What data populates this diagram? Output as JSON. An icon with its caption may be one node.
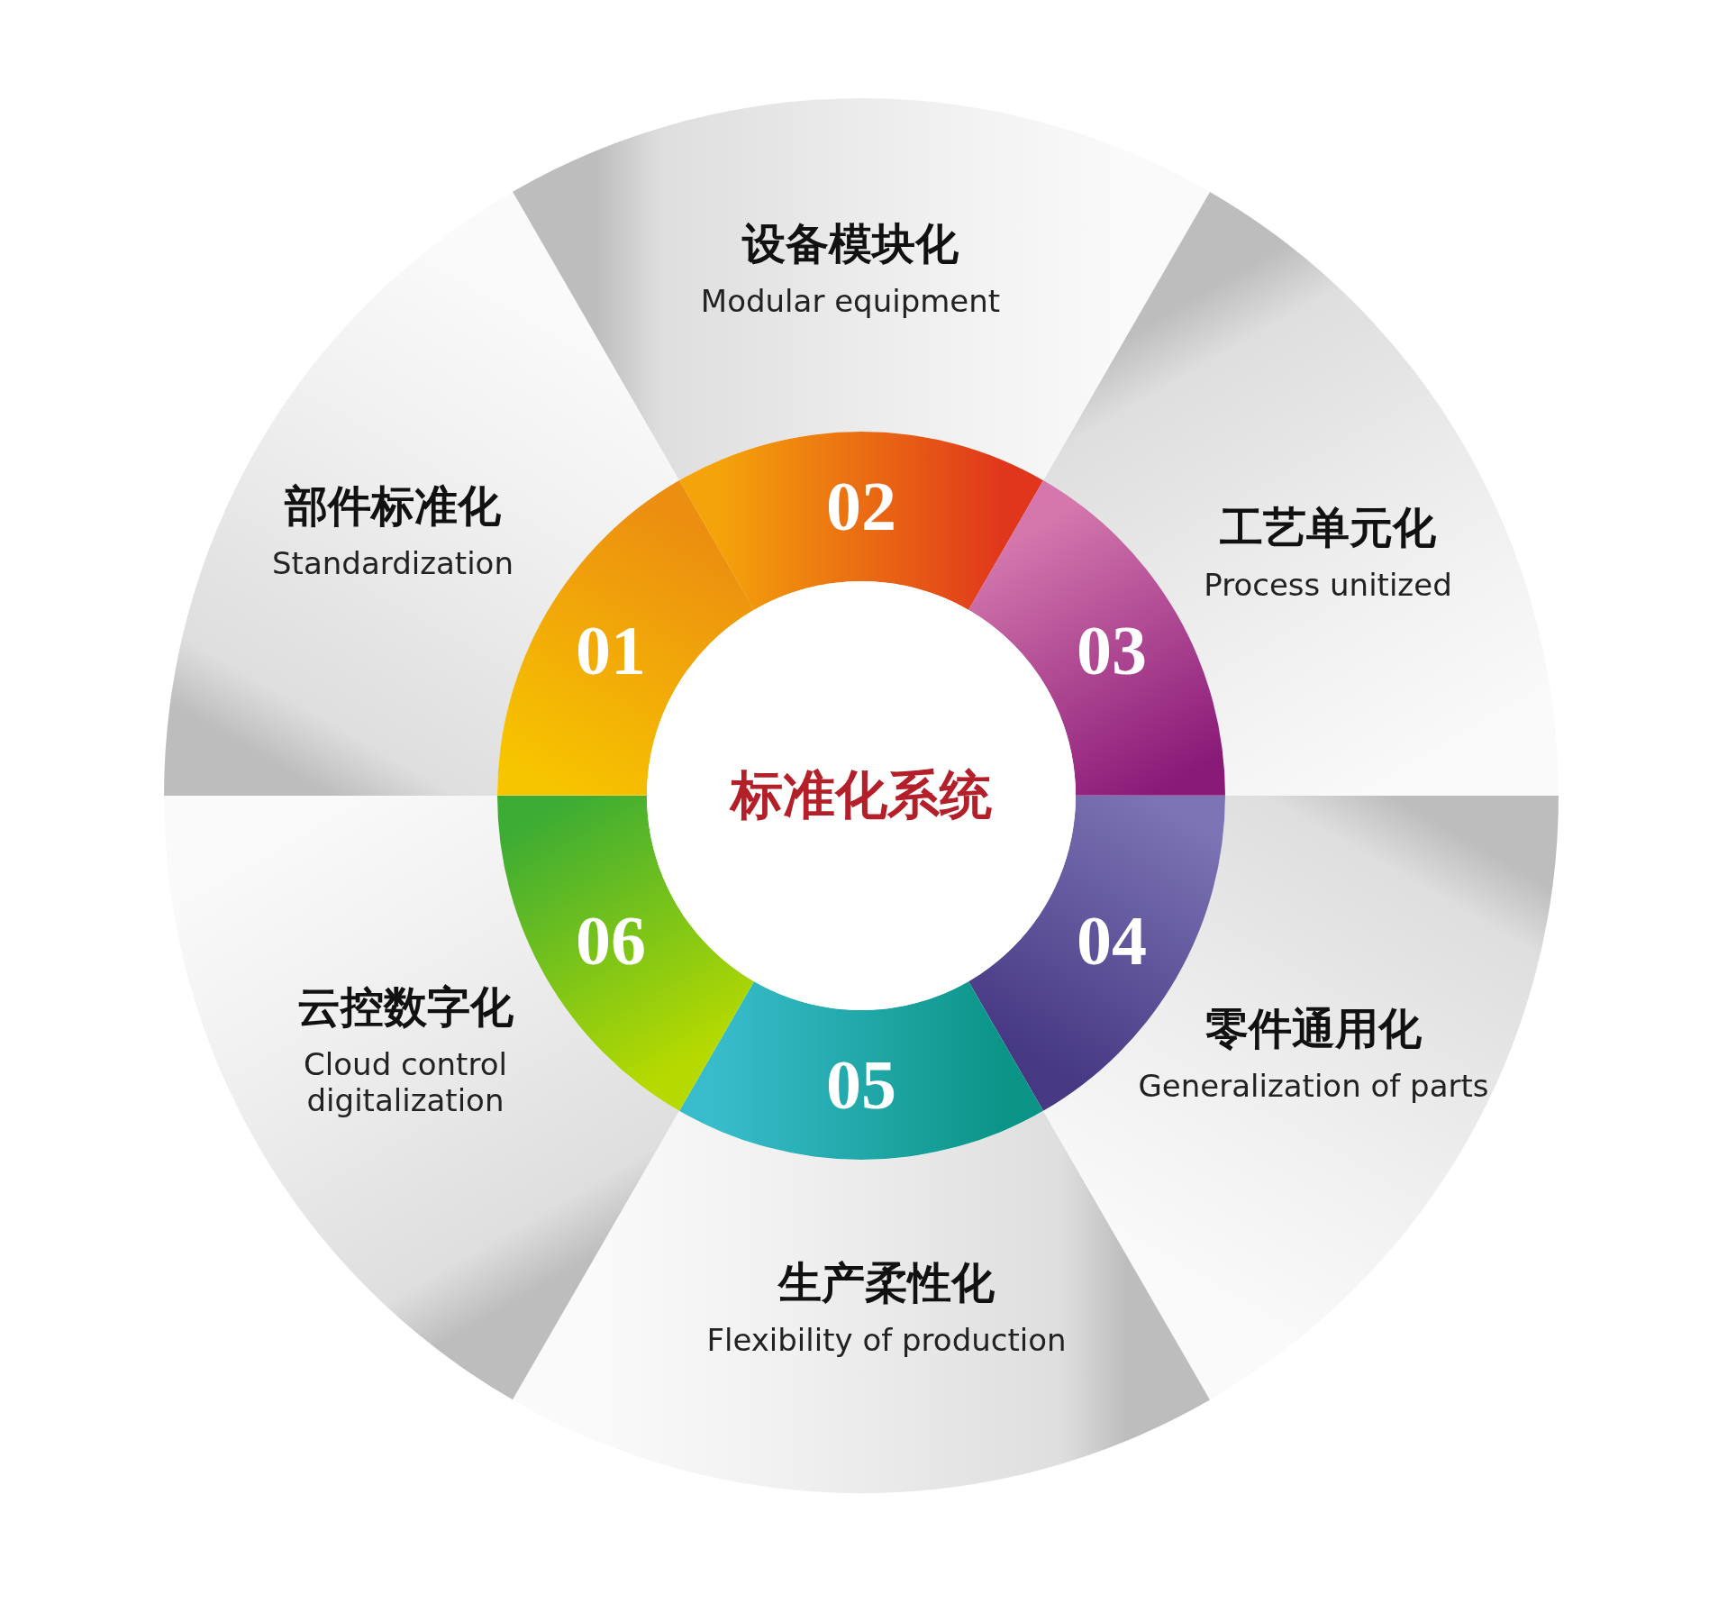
{
  "diagram": {
    "nodes": [
      {
        "text": [
          "标准化系统"
        ]
      },
      {
        "text": [
          "01"
        ]
      },
      {
        "text": [
          "部件标准化",
          "Standardization"
        ]
      },
      {
        "text": [
          "02"
        ]
      },
      {
        "text": [
          "设备模块化",
          "Modular equipment"
        ]
      },
      {
        "text": [
          "03"
        ]
      },
      {
        "text": [
          "工艺单元化",
          "Process unitized"
        ]
      },
      {
        "text": [
          "04"
        ]
      },
      {
        "text": [
          "零件通用化",
          "Generalization of parts"
        ]
      },
      {
        "text": [
          "05"
        ]
      },
      {
        "text": [
          "生产柔性化",
          "Flexibility of production"
        ]
      },
      {
        "text": [
          "06"
        ]
      },
      {
        "text": [
          "云控数字化",
          "Cloud control digitalization"
        ]
      }
    ]
  }
}
